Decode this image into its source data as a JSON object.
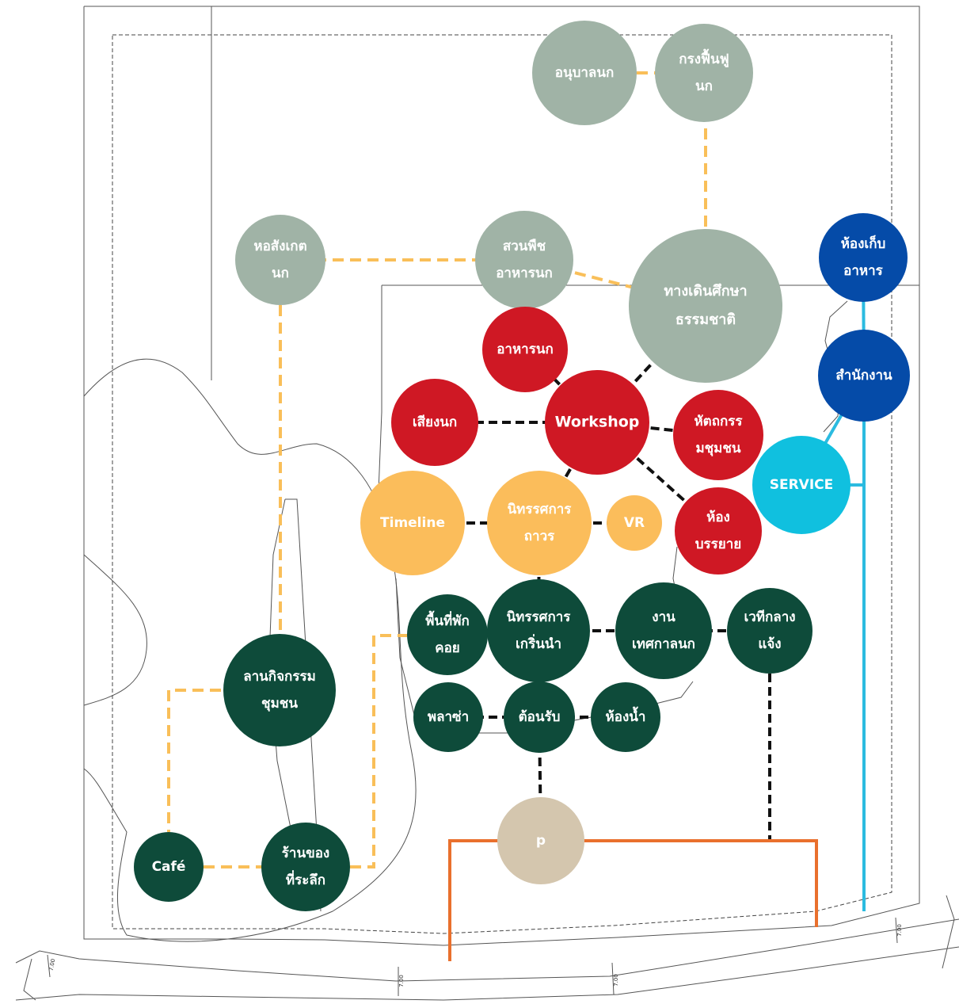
{
  "colors": {
    "nature": "#a0b3a6",
    "red": "#cf1824",
    "orange": "#fbbd5b",
    "green": "#0e4b3a",
    "blue": "#054ba8",
    "cyan": "#10c0df",
    "parking": "#d4c6ae",
    "food_link": "#f9bf59",
    "access_line": "#e9702d",
    "service_line": "#2bbbe0"
  },
  "nodes": {
    "bird_nursery": {
      "lines": [
        "อนุบาลนก"
      ],
      "color": "nature"
    },
    "bird_rehab_cage": {
      "lines": [
        "กรงฟื้นฟู",
        "นก"
      ],
      "color": "nature"
    },
    "bird_watch_tower": {
      "lines": [
        "หอสังเกต",
        "นก"
      ],
      "color": "nature"
    },
    "bird_food_garden": {
      "lines": [
        "สวนพืช",
        "อาหารนก"
      ],
      "color": "nature"
    },
    "nature_trail": {
      "lines": [
        "ทางเดินศึกษา",
        "ธรรมชาติ"
      ],
      "color": "nature"
    },
    "food_storage": {
      "lines": [
        "ห้องเก็บ",
        "อาหาร"
      ],
      "color": "blue"
    },
    "office": {
      "lines": [
        "สำนักงาน"
      ],
      "color": "blue"
    },
    "service": {
      "lines": [
        "SERVICE"
      ],
      "color": "cyan"
    },
    "bird_food": {
      "lines": [
        "อาหารนก"
      ],
      "color": "red"
    },
    "bird_sound": {
      "lines": [
        "เสียงนก"
      ],
      "color": "red"
    },
    "workshop": {
      "lines": [
        "Workshop"
      ],
      "color": "red"
    },
    "community_craft": {
      "lines": [
        "หัตถกรร",
        "มชุมชน"
      ],
      "color": "red"
    },
    "lecture_room": {
      "lines": [
        "ห้อง",
        "บรรยาย"
      ],
      "color": "red"
    },
    "timeline": {
      "lines": [
        "Timeline"
      ],
      "color": "orange"
    },
    "permanent_exhibition": {
      "lines": [
        "นิทรรศการ",
        "ถาวร"
      ],
      "color": "orange"
    },
    "vr": {
      "lines": [
        "VR"
      ],
      "color": "orange"
    },
    "rest_area": {
      "lines": [
        "พื้นที่พัก",
        "คอย"
      ],
      "color": "green"
    },
    "intro_exhibition": {
      "lines": [
        "นิทรรศการ",
        "เกริ่นนำ"
      ],
      "color": "green"
    },
    "bird_festival": {
      "lines": [
        "งาน",
        "เทศกาลนก"
      ],
      "color": "green"
    },
    "open_stage": {
      "lines": [
        "เวทีกลาง",
        "แจ้ง"
      ],
      "color": "green"
    },
    "community_plaza": {
      "lines": [
        "ลานกิจกรรม",
        "ชุมชน"
      ],
      "color": "green"
    },
    "plaza": {
      "lines": [
        "พลาซ่า"
      ],
      "color": "green"
    },
    "reception": {
      "lines": [
        "ต้อนรับ"
      ],
      "color": "green"
    },
    "restroom": {
      "lines": [
        "ห้องน้ำ"
      ],
      "color": "green"
    },
    "cafe": {
      "lines": [
        "Café"
      ],
      "color": "green"
    },
    "souvenir_shop": {
      "lines": [
        "ร้านของ",
        "ที่ระลึก"
      ],
      "color": "green"
    },
    "parking": {
      "lines": [
        "p"
      ],
      "color": "parking"
    }
  },
  "links": [
    {
      "from": "bird_nursery",
      "to": "bird_rehab_cage",
      "style": "food"
    },
    {
      "from": "bird_rehab_cage",
      "to": "nature_trail",
      "style": "food"
    },
    {
      "from": "bird_watch_tower",
      "to": "bird_food_garden",
      "style": "food"
    },
    {
      "from": "bird_food_garden",
      "to": "nature_trail",
      "style": "food"
    },
    {
      "from": "bird_watch_tower",
      "to": "community_plaza",
      "style": "food"
    },
    {
      "from": "community_plaza",
      "to": "cafe",
      "style": "food"
    },
    {
      "from": "cafe",
      "to": "souvenir_shop",
      "style": "food"
    },
    {
      "from": "souvenir_shop",
      "to": "rest_area",
      "style": "food"
    },
    {
      "from": "nature_trail",
      "to": "workshop",
      "style": "main"
    },
    {
      "from": "bird_food",
      "to": "workshop",
      "style": "main"
    },
    {
      "from": "bird_sound",
      "to": "workshop",
      "style": "main"
    },
    {
      "from": "workshop",
      "to": "community_craft",
      "style": "main"
    },
    {
      "from": "workshop",
      "to": "lecture_room",
      "style": "main"
    },
    {
      "from": "workshop",
      "to": "permanent_exhibition",
      "style": "main"
    },
    {
      "from": "timeline",
      "to": "permanent_exhibition",
      "style": "main"
    },
    {
      "from": "permanent_exhibition",
      "to": "vr",
      "style": "main"
    },
    {
      "from": "permanent_exhibition",
      "to": "intro_exhibition",
      "style": "main"
    },
    {
      "from": "intro_exhibition",
      "to": "bird_festival",
      "style": "main"
    },
    {
      "from": "bird_festival",
      "to": "open_stage",
      "style": "main"
    },
    {
      "from": "plaza",
      "to": "reception",
      "style": "main"
    },
    {
      "from": "reception",
      "to": "restroom",
      "style": "main"
    },
    {
      "from": "reception",
      "to": "parking",
      "style": "main"
    },
    {
      "from": "open_stage",
      "to": "access_road",
      "style": "main"
    },
    {
      "from": "food_storage",
      "to": "office",
      "style": "service"
    },
    {
      "from": "office",
      "to": "service",
      "style": "service"
    }
  ],
  "dimension_labels": [
    "7.00",
    "7.00",
    "7.00",
    "7.00"
  ]
}
